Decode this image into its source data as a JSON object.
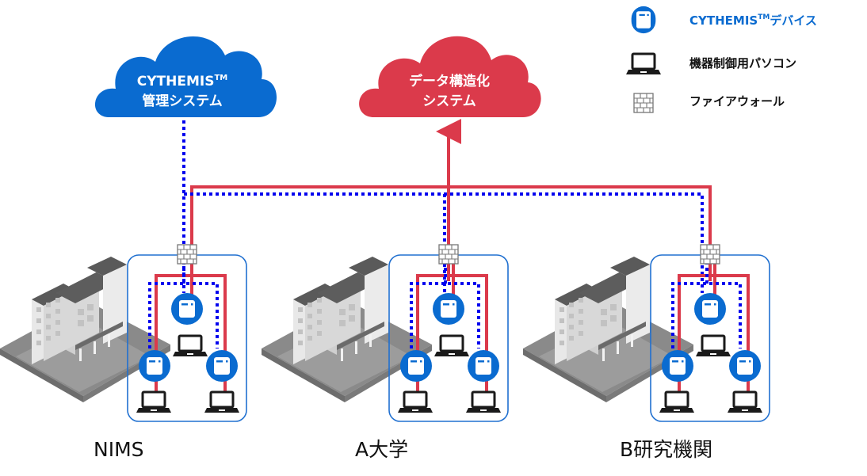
{
  "colors": {
    "cythemis_blue": "#0a6bd0",
    "data_red": "#db3a4b",
    "dotted_blue": "#0000ee",
    "frame_blue": "#2070d0",
    "laptop": "#1a1a1a",
    "firewall": "#777777"
  },
  "clouds": {
    "management": {
      "line1": "CYTHEMIS",
      "tm": "TM",
      "line2": "管理システム"
    },
    "structuring": {
      "line1": "データ構造化",
      "line2": "システム"
    }
  },
  "legend": [
    {
      "icon": "cythemis-device-icon",
      "label": "CYTHEMIS",
      "tm": "TM",
      "suffix": "デバイス"
    },
    {
      "icon": "laptop-icon",
      "label": "機器制御用パソコン"
    },
    {
      "icon": "firewall-icon",
      "label": "ファイアウォール"
    }
  ],
  "sites": [
    {
      "label": "NIMS"
    },
    {
      "label": "A大学"
    },
    {
      "label": "B研究機関"
    }
  ],
  "connections": {
    "management_link": "dotted",
    "data_link": "solid-arrow"
  }
}
